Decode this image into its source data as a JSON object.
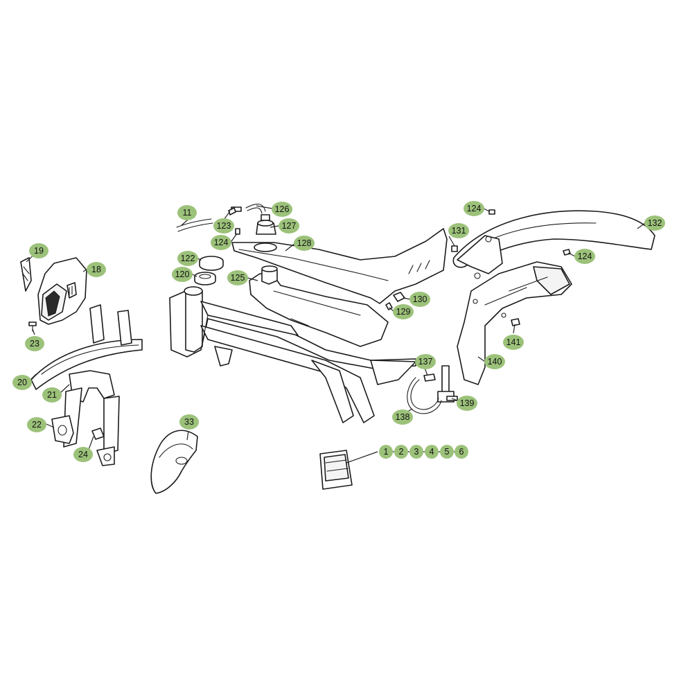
{
  "diagram": {
    "accent_color": "#9cc27a",
    "callouts": [
      {
        "id": "11",
        "label": "11"
      },
      {
        "id": "123",
        "label": "123"
      },
      {
        "id": "126",
        "label": "126"
      },
      {
        "id": "127",
        "label": "127"
      },
      {
        "id": "124a",
        "label": "124"
      },
      {
        "id": "128",
        "label": "128"
      },
      {
        "id": "122",
        "label": "122"
      },
      {
        "id": "120",
        "label": "120"
      },
      {
        "id": "125",
        "label": "125"
      },
      {
        "id": "130",
        "label": "130"
      },
      {
        "id": "129",
        "label": "129"
      },
      {
        "id": "19",
        "label": "19"
      },
      {
        "id": "18",
        "label": "18"
      },
      {
        "id": "23",
        "label": "23"
      },
      {
        "id": "20",
        "label": "20"
      },
      {
        "id": "21",
        "label": "21"
      },
      {
        "id": "22",
        "label": "22"
      },
      {
        "id": "24",
        "label": "24"
      },
      {
        "id": "33",
        "label": "33"
      },
      {
        "id": "124b",
        "label": "124"
      },
      {
        "id": "131",
        "label": "131"
      },
      {
        "id": "132",
        "label": "132"
      },
      {
        "id": "124c",
        "label": "124"
      },
      {
        "id": "141",
        "label": "141"
      },
      {
        "id": "140",
        "label": "140"
      },
      {
        "id": "137",
        "label": "137"
      },
      {
        "id": "139",
        "label": "139"
      },
      {
        "id": "138",
        "label": "138"
      },
      {
        "id": "1",
        "label": "1"
      },
      {
        "id": "2",
        "label": "2"
      },
      {
        "id": "3",
        "label": "3"
      },
      {
        "id": "4",
        "label": "4"
      },
      {
        "id": "5",
        "label": "5"
      },
      {
        "id": "6",
        "label": "6"
      }
    ]
  }
}
